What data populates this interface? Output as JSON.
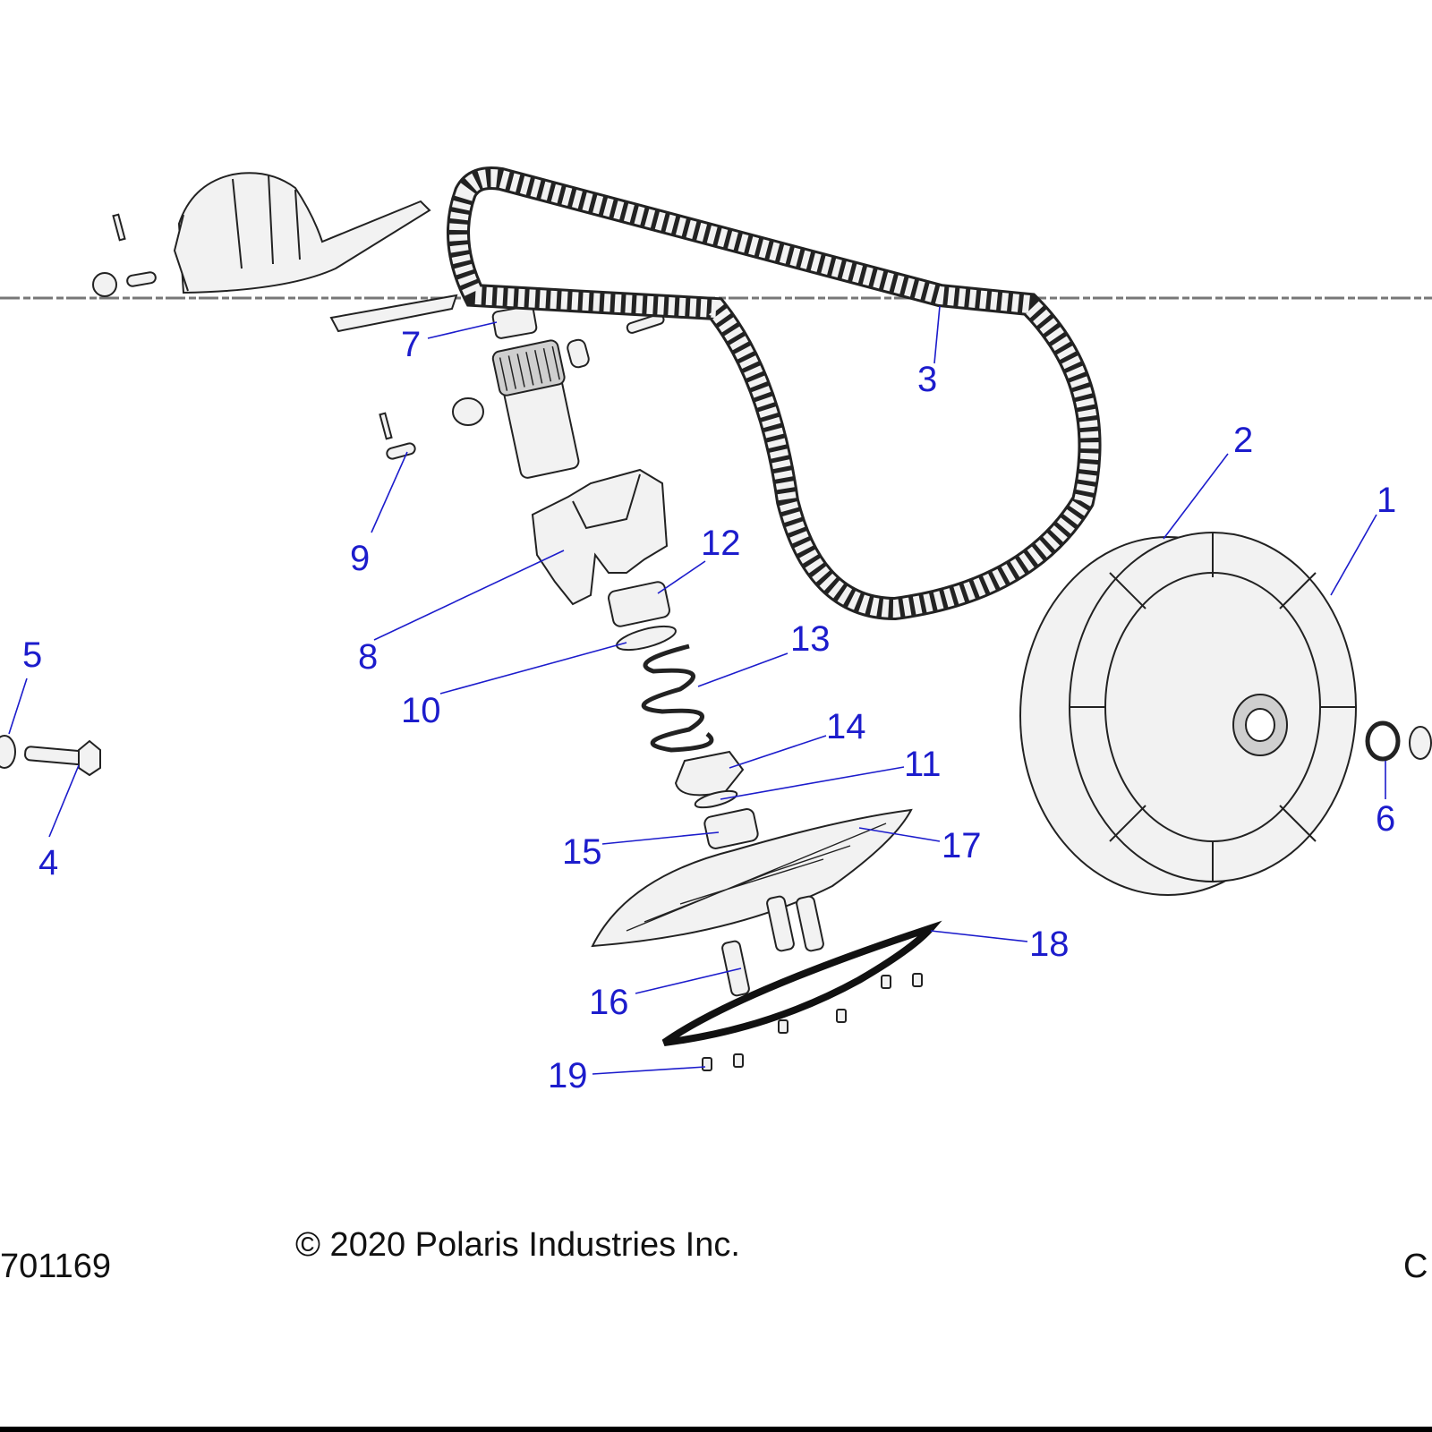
{
  "callouts": [
    "1",
    "2",
    "3",
    "4",
    "5",
    "6",
    "7",
    "8",
    "9",
    "10",
    "11",
    "12",
    "13",
    "14",
    "15",
    "16",
    "17",
    "18",
    "19"
  ],
  "footer": {
    "copyright": "© 2020 Polaris Industries Inc.",
    "drawing_number": "701169",
    "right_fragment": "C"
  },
  "colors": {
    "callout": "#1c1ccc",
    "line_art": "#222222"
  }
}
